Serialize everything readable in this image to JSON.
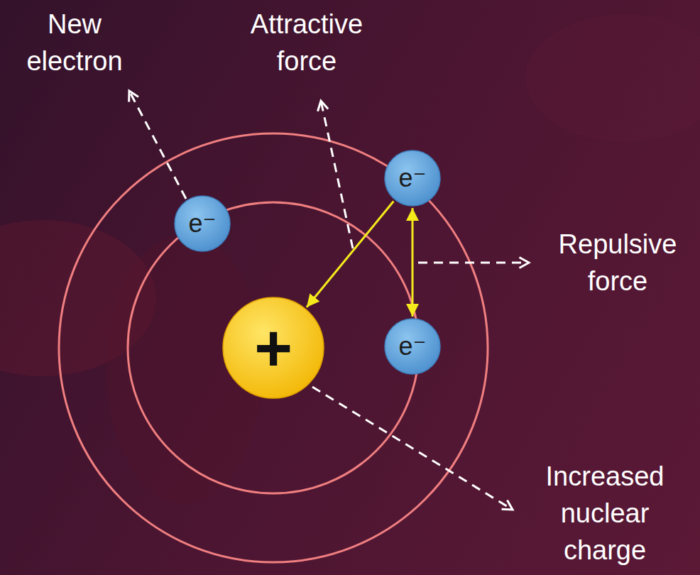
{
  "diagram": {
    "nodes": [
      {
        "text": [
          "e⁻"
        ]
      },
      {
        "text": [
          "e⁻"
        ]
      },
      {
        "text": [
          "+"
        ]
      },
      {
        "text": [
          "e⁻"
        ]
      }
    ],
    "edges": [
      {
        "from": 0,
        "to": 2,
        "arrow": "to"
      },
      {
        "from": 0,
        "to": 3,
        "arrow": "both"
      }
    ],
    "labels": [
      "New electron",
      "Attractive force",
      "Repulsive force",
      "Increased nuclear charge"
    ]
  }
}
